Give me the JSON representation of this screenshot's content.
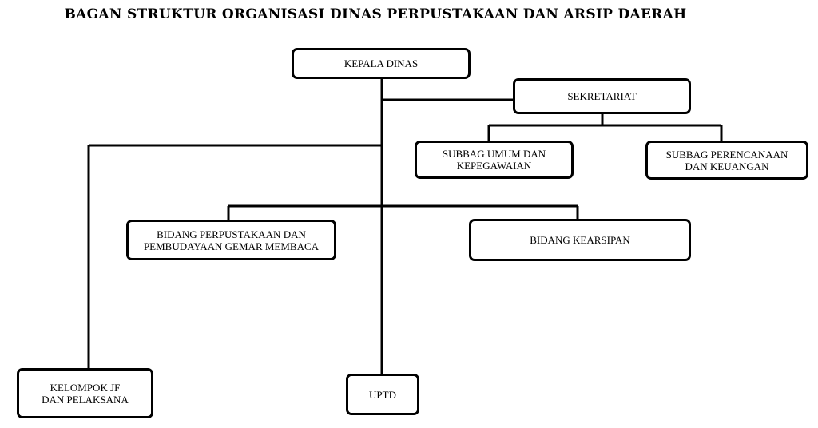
{
  "title": "BAGAN STRUKTUR ORGANISASI DINAS PERPUSTAKAAN DAN ARSIP DAERAH",
  "nodes": {
    "kepala": "KEPALA DINAS",
    "sekretariat": "SEKRETARIAT",
    "subbag_umum": "SUBBAG UMUM DAN\nKEPEGAWAIAN",
    "subbag_perencanaan": "SUBBAG PERENCANAAN\nDAN KEUANGAN",
    "bidang_perpustakaan": "BIDANG PERPUSTAKAAN DAN\nPEMBUDAYAAN GEMAR MEMBACA",
    "bidang_kearsipan": "BIDANG  KEARSIPAN",
    "kelompok_jf": "KELOMPOK JF\nDAN PELAKSANA",
    "uptd": "UPTD"
  }
}
